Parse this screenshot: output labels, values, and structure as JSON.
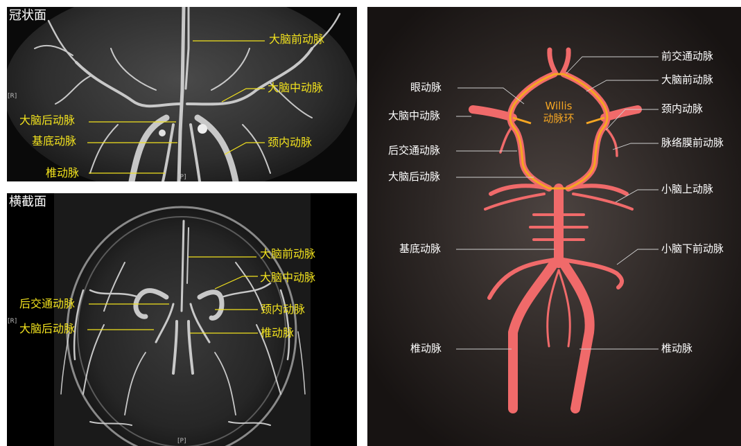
{
  "coronal": {
    "title": "冠状面",
    "labels": {
      "aca": "大脑前动脉",
      "mca": "大脑中动脉",
      "pca": "大脑后动脉",
      "basilar": "基底动脉",
      "ica": "颈内动脉",
      "vertebral": "椎动脉"
    },
    "marker_r": "[R]",
    "marker_p": "[P]"
  },
  "axial": {
    "title": "横截面",
    "labels": {
      "aca": "大脑前动脉",
      "mca": "大脑中动脉",
      "pcom": "后交通动脉",
      "ica": "颈内动脉",
      "pca": "大脑后动脉",
      "vertebral": "椎动脉"
    },
    "marker_r": "[R]",
    "marker_p": "[P]"
  },
  "diagram": {
    "circle_title_line1": "Willis",
    "circle_title_line2": "动脉环",
    "labels": {
      "acom": "前交通动脉",
      "aca": "大脑前动脉",
      "ophthalmic": "眼动脉",
      "ica": "颈内动脉",
      "mca": "大脑中动脉",
      "ant_choroidal": "脉络膜前动脉",
      "pcom": "后交通动脉",
      "pca": "大脑后动脉",
      "sca": "小脑上动脉",
      "basilar": "基底动脉",
      "aica": "小脑下前动脉",
      "vertebral_left": "椎动脉",
      "vertebral_right": "椎动脉"
    },
    "colors": {
      "artery": "#f06a6a",
      "circle": "#f5a623",
      "label": "#ffffff",
      "leader": "#cfcfcf"
    }
  },
  "colors": {
    "mri_label": "#f2e21e",
    "mri_leader": "#f2e21e"
  }
}
